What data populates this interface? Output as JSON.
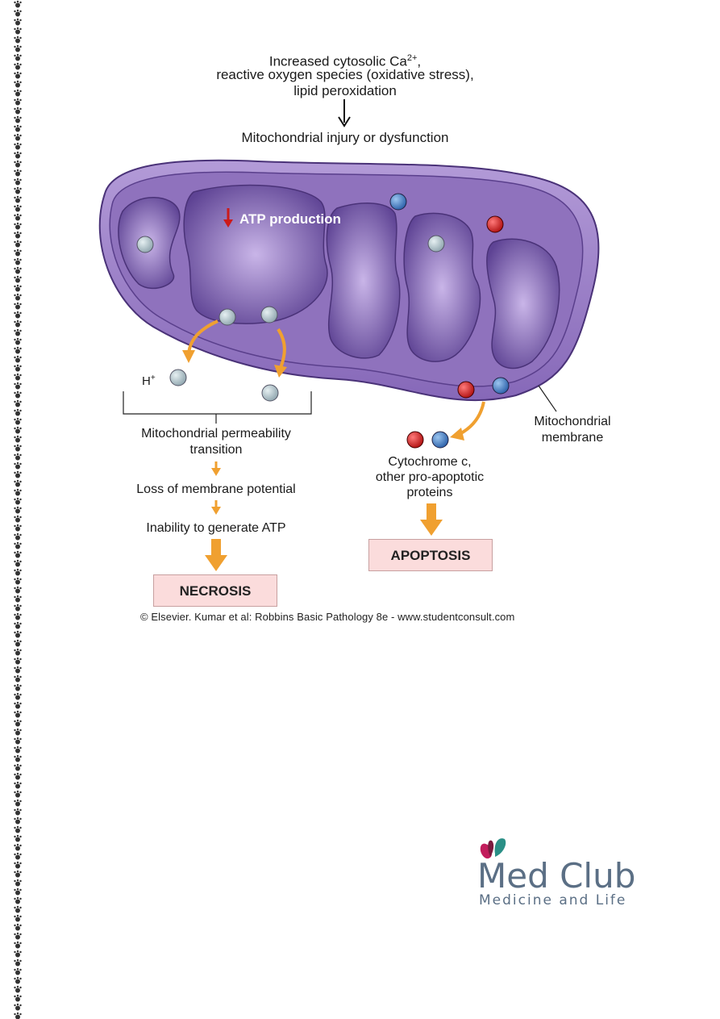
{
  "top_cause": {
    "line1_prefix": "Increased cytosolic Ca",
    "line1_sup": "2+",
    "line1_suffix": ",",
    "line2": "reactive oxygen species (oxidative stress),",
    "line3": "lipid peroxidation"
  },
  "injury_label": "Mitochondrial injury or dysfunction",
  "atp_label": "ATP production",
  "h_plus": {
    "base": "H",
    "sup": "+"
  },
  "necrosis_path": {
    "step1_line1": "Mitochondrial permeability",
    "step1_line2": "transition",
    "step2": "Loss of membrane potential",
    "step3": "Inability to generate ATP",
    "outcome": "NECROSIS"
  },
  "apoptosis_path": {
    "line1": "Cytochrome c,",
    "line2": "other pro-apoptotic",
    "line3": "proteins",
    "outcome": "APOPTOSIS"
  },
  "membrane_label": {
    "line1": "Mitochondrial",
    "line2": "membrane"
  },
  "credit": "© Elsevier. Kumar et al: Robbins Basic Pathology 8e - www.studentconsult.com",
  "logo": {
    "title": "Med Club",
    "subtitle": "Medicine and Life"
  },
  "colors": {
    "mito_outer": "#9b7cc4",
    "mito_inner": "#6a4ea0",
    "arrow_orange": "#f0a030",
    "outcome_box": "#fbdcdc",
    "red_dot": "#cc1a1a",
    "blue_dot": "#3d78c0",
    "gray_dot": "#a8bcc4",
    "logo_text": "#5b6f85"
  }
}
